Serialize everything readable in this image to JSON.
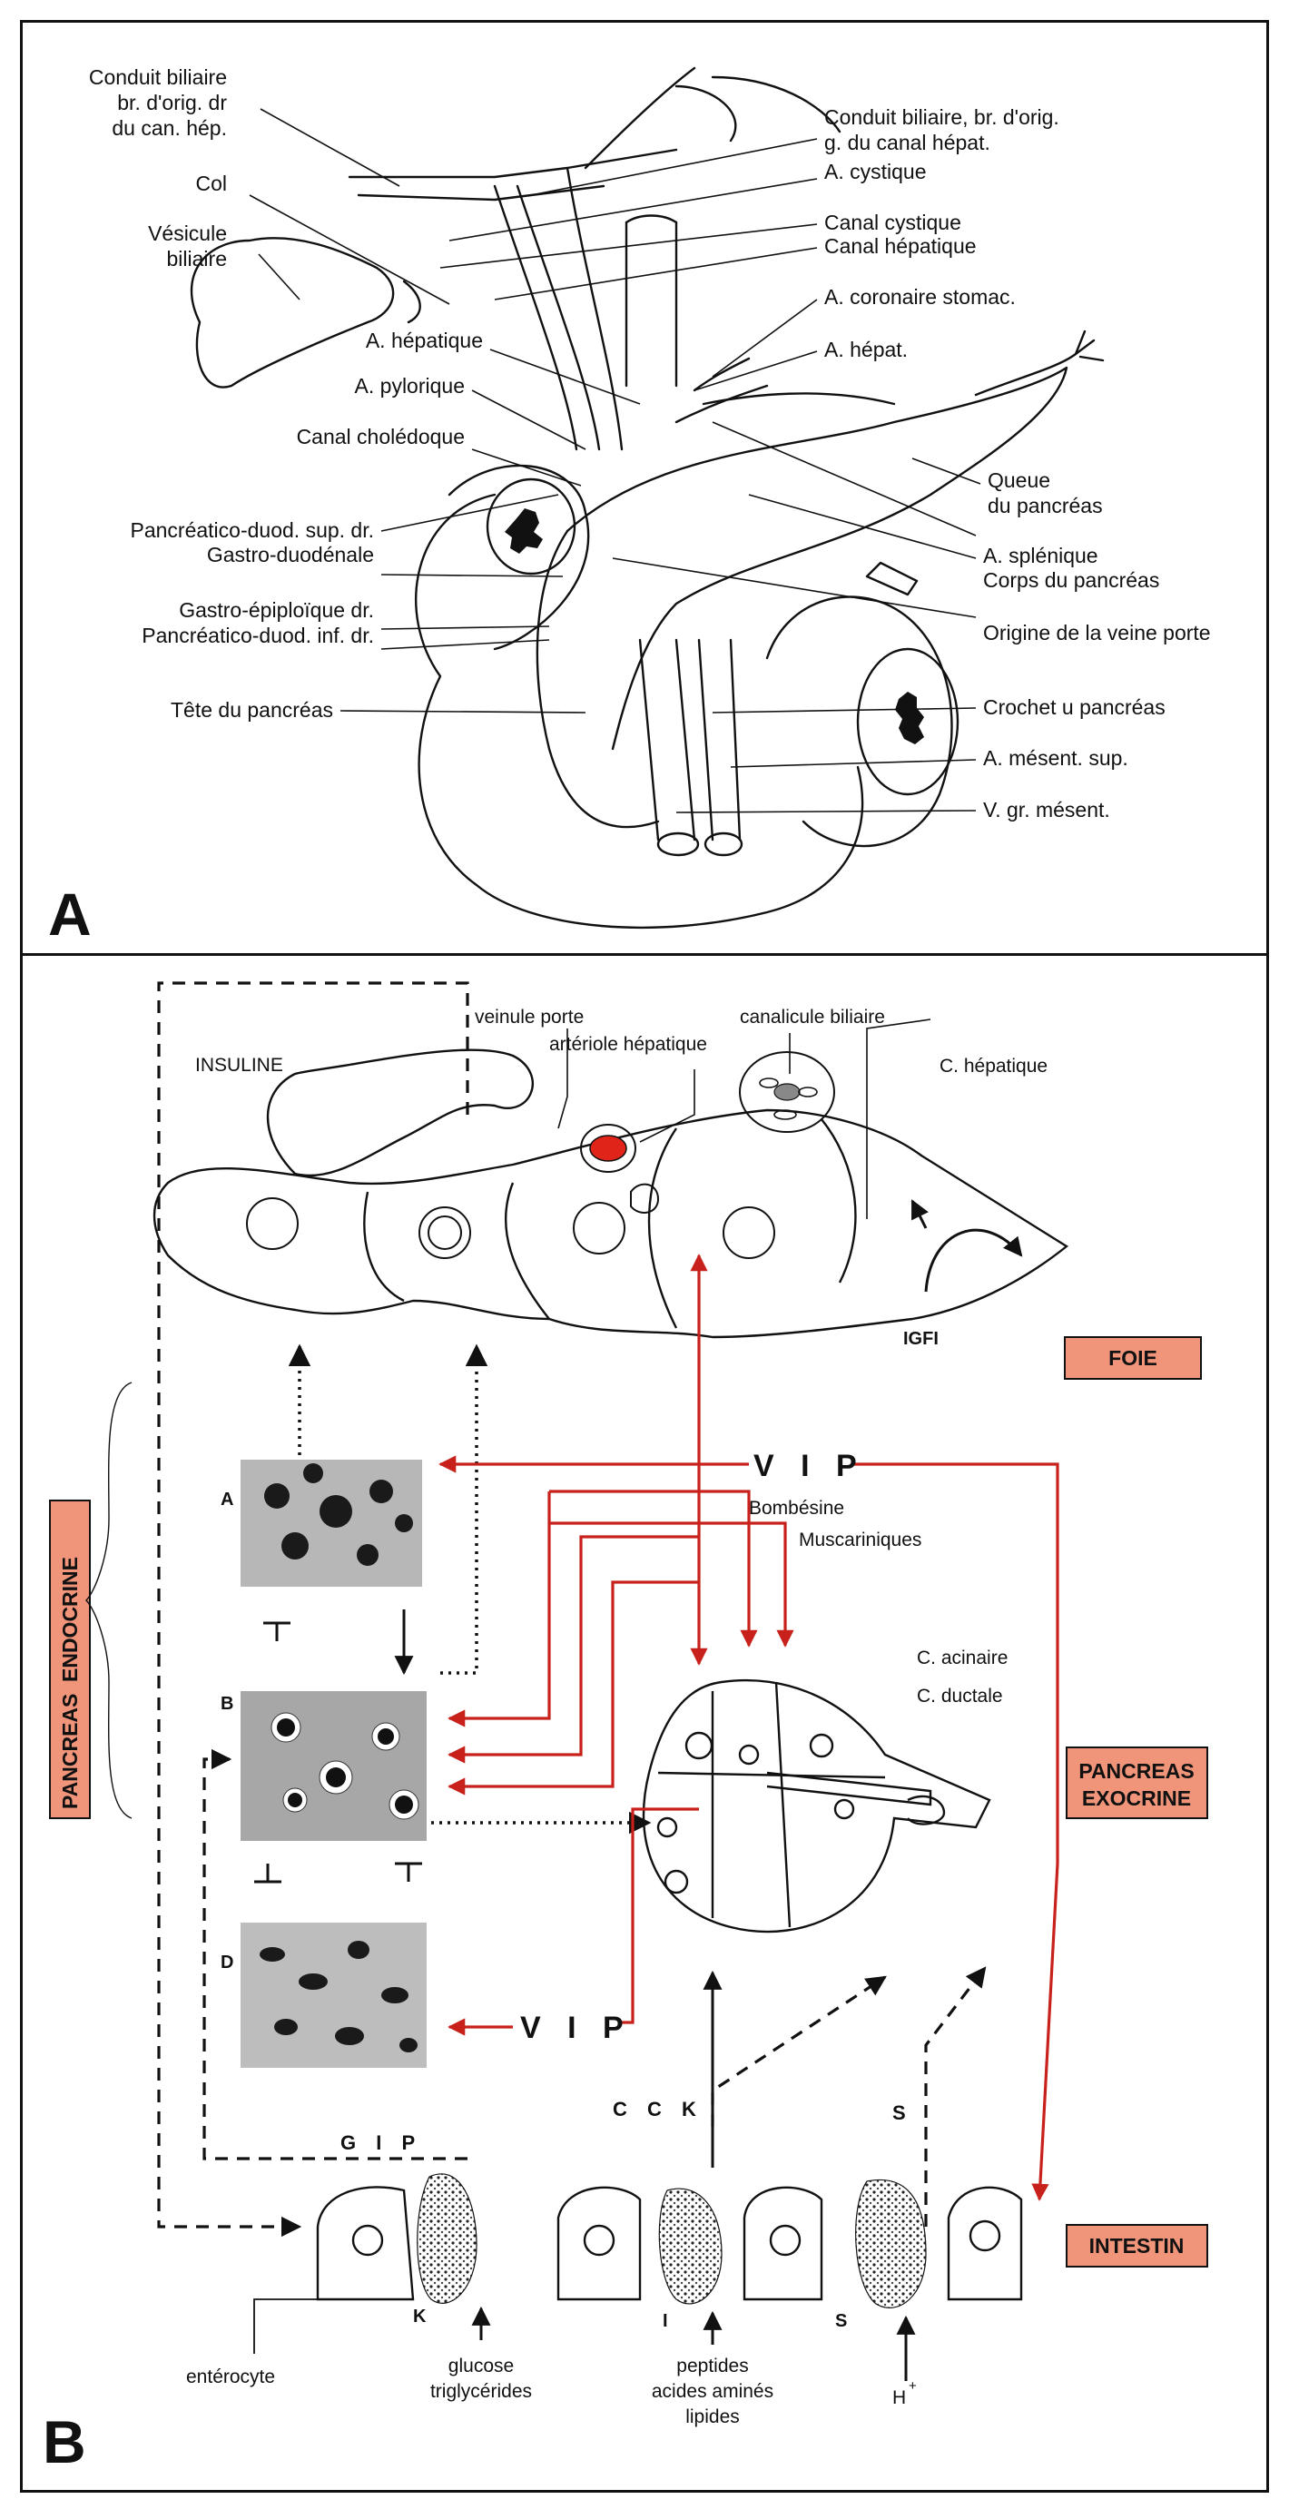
{
  "panel_a": {
    "letter": "A",
    "labels_left": [
      "Conduit biliaire",
      "br. d'orig. dr",
      "du can. hép.",
      "Col",
      "Vésicule",
      "biliaire",
      "A. hépatique",
      "A. pylorique",
      "Canal cholédoque",
      "Pancréatico-duod. sup. dr.",
      "Gastro-duodénale",
      "Gastro-épiploïque dr.",
      "Pancréatico-duod. inf. dr.",
      "Tête du pancréas"
    ],
    "labels_right": [
      "Conduit biliaire, br. d'orig.",
      "g. du canal hépat.",
      "A. cystique",
      "Canal cystique",
      "Canal hépatique",
      "A. coronaire stomac.",
      "A. hépat.",
      "Queue",
      "du pancréas",
      "A. splénique",
      "Corps du pancréas",
      "Origine de la veine porte",
      "Crochet u pancréas",
      "A. mésent. sup.",
      "V. gr. mésent."
    ]
  },
  "panel_b": {
    "letter": "B",
    "top_labels": {
      "veinule": "veinule porte",
      "arteriole": "artériole hépatique",
      "canalicule": "canalicule biliaire",
      "c_hepatique": "C. hépatique",
      "insuline": "INSULINE",
      "igfi": "IGFI"
    },
    "boxes": {
      "foie": "FOIE",
      "pancreas_exocrine_1": "PANCREAS",
      "pancreas_exocrine_2": "EXOCRINE",
      "intestin": "INTESTIN",
      "pancreas_endocrine_1": "PANCREAS",
      "pancreas_endocrine_2": "ENDOCRINE"
    },
    "signals": {
      "vip_top": "V I P",
      "bombesine": "Bombésine",
      "muscariniques": "Muscariniques",
      "vip_bottom": "V I P",
      "gip": "G I P",
      "cck": "C C K",
      "s": "S"
    },
    "cells": {
      "a": "A",
      "b": "B",
      "d": "D",
      "acinaire": "C. acinaire",
      "ductale": "C. ductale",
      "k": "K",
      "i": "I",
      "s_cell": "S"
    },
    "bottom_labels": {
      "enterocyte": "entérocyte",
      "glucose": "glucose",
      "triglycerides": "triglycérides",
      "peptides": "peptides",
      "acides": "acides aminés",
      "lipides": "lipides",
      "hplus": "H",
      "hplus_sup": "+"
    }
  },
  "colors": {
    "accent_box": "#f0947a",
    "red_arrow": "#c8201a",
    "ink": "#111111"
  }
}
